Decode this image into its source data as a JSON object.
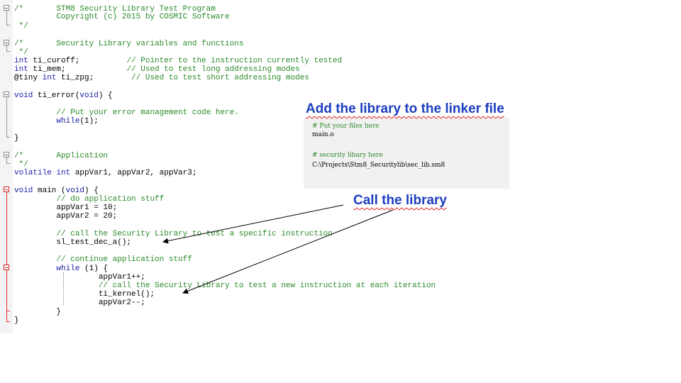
{
  "code_lines": [
    [
      {
        "t": "/*       STM8 Security Library Test Program",
        "c": "cm"
      }
    ],
    [
      {
        "t": "         Copyright (c) 2015 by COSMIC Software",
        "c": "cm"
      }
    ],
    [
      {
        "t": " */",
        "c": "cm"
      }
    ],
    [
      {
        "t": "/*       Security Library variables and functions",
        "c": "cm"
      }
    ],
    [
      {
        "t": " */",
        "c": "cm"
      }
    ],
    [
      {
        "t": "int",
        "c": "kw"
      },
      {
        "t": " ti_curoff;          "
      },
      {
        "t": "// Pointer to the instruction currently tested",
        "c": "cm"
      }
    ],
    [
      {
        "t": "int",
        "c": "kw"
      },
      {
        "t": " ti_mem;             "
      },
      {
        "t": "// Used to test long addressing modes",
        "c": "cm"
      }
    ],
    [
      {
        "t": "@tiny "
      },
      {
        "t": "int",
        "c": "kw"
      },
      {
        "t": " ti_zpg;        "
      },
      {
        "t": "// Used to test short addressing modes",
        "c": "cm"
      }
    ],
    [
      {
        "t": "void",
        "c": "kw"
      },
      {
        "t": " ti_error("
      },
      {
        "t": "void",
        "c": "kw"
      },
      {
        "t": ") {"
      }
    ],
    [
      {
        "t": "         "
      },
      {
        "t": "// Put your error management code here.",
        "c": "cm"
      }
    ],
    [
      {
        "t": "         "
      },
      {
        "t": "while",
        "c": "kw"
      },
      {
        "t": "(1);"
      }
    ],
    [
      {
        "t": "}"
      }
    ],
    [
      {
        "t": "/*       Application",
        "c": "cm"
      }
    ],
    [
      {
        "t": " */",
        "c": "cm"
      }
    ],
    [
      {
        "t": "volatile int",
        "c": "kw"
      },
      {
        "t": " appVar1, appVar2, appVar3;"
      }
    ],
    [
      {
        "t": "void",
        "c": "kw"
      },
      {
        "t": " main ("
      },
      {
        "t": "void",
        "c": "kw"
      },
      {
        "t": ") {"
      }
    ],
    [
      {
        "t": "         "
      },
      {
        "t": "// do application stuff",
        "c": "cm"
      }
    ],
    [
      {
        "t": "         appVar1 = 10;"
      }
    ],
    [
      {
        "t": "         appVar2 = 20;"
      }
    ],
    [
      {
        "t": "         "
      },
      {
        "t": "// call the Security Library to test a specific instruction",
        "c": "cm"
      }
    ],
    [
      {
        "t": "         sl_test_dec_a();"
      }
    ],
    [
      {
        "t": "         "
      },
      {
        "t": "// continue application stuff",
        "c": "cm"
      }
    ],
    [
      {
        "t": "         "
      },
      {
        "t": "while",
        "c": "kw"
      },
      {
        "t": " (1) {"
      }
    ],
    [
      {
        "t": "                  appVar1++;"
      }
    ],
    [
      {
        "t": "                  "
      },
      {
        "t": "// call the Security Library to test a new instruction at each iteration",
        "c": "cm"
      }
    ],
    [
      {
        "t": "                  ti_kernel();"
      }
    ],
    [
      {
        "t": "                  appVar2--;"
      }
    ],
    [
      {
        "t": "         }"
      }
    ],
    [
      {
        "t": "}"
      }
    ]
  ],
  "linker": {
    "lines": [
      {
        "t": "# Put your files here",
        "c": "cm"
      },
      {
        "t": "main.o",
        "c": ""
      },
      {
        "t": "# security libary here",
        "c": "cm"
      },
      {
        "t": "C:\\Projects\\Stm8_Securitylib\\sec_lib.sm8",
        "c": ""
      }
    ]
  },
  "annotations": {
    "linker_title": "Add the library to the linker file",
    "call_title": "Call the library"
  },
  "colors": {
    "keyword": "#1a1aa6",
    "comment": "#2b8a2b",
    "annotation": "#1b3fc0",
    "fold_active": "#e03030"
  }
}
